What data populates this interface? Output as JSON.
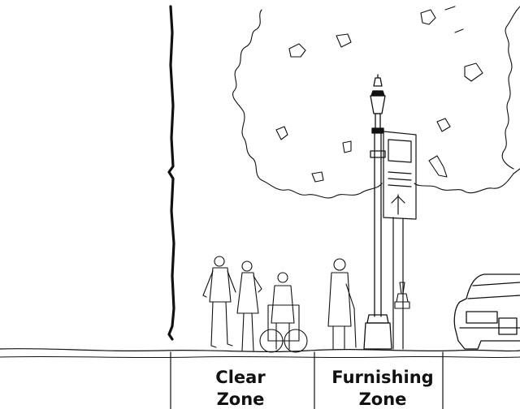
{
  "zones": {
    "clear": {
      "line1": "Clear",
      "line2": "Zone"
    },
    "furnishing": {
      "line1": "Furnishing",
      "line2": "Zone"
    }
  },
  "colors": {
    "ink": "#111111",
    "background": "#ffffff"
  },
  "icons": [
    "building-facade",
    "pedestrian-figures",
    "wheelchair-user",
    "standing-person-with-cane",
    "street-tree-canopy",
    "street-lamp-post",
    "street-sign",
    "fire-hydrant",
    "parked-car"
  ]
}
